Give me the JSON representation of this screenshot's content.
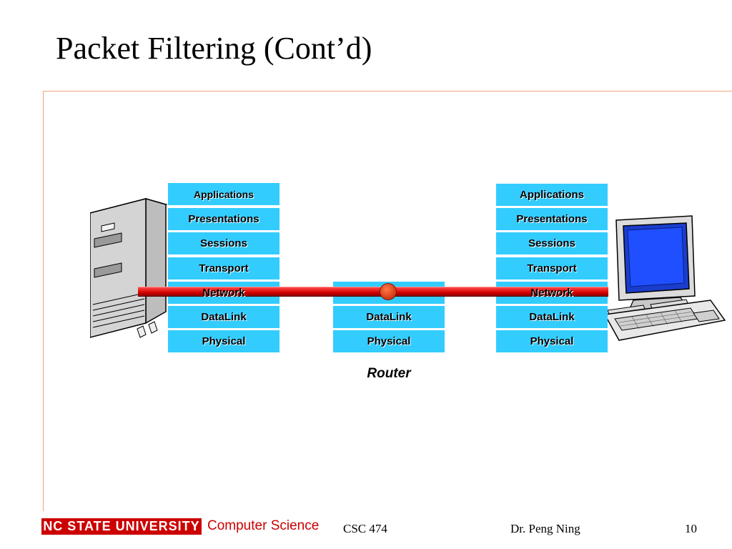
{
  "slide": {
    "title": "Packet Filtering (Cont’d)"
  },
  "diagram": {
    "host_stack": {
      "layers": [
        "Applications",
        "Presentations",
        "Sessions",
        "Transport",
        "Network",
        "DataLink",
        "Physical"
      ]
    },
    "router_stack": {
      "layers": [
        "DataLink",
        "Physical"
      ],
      "label": "Router"
    },
    "client_stack": {
      "layers": [
        "Applications",
        "Presentations",
        "Sessions",
        "Transport",
        "Network",
        "DataLink",
        "Physical"
      ]
    },
    "colors": {
      "layer_fill": "#33ccff",
      "link_bar": "#cc0000",
      "router_point": "#d9401a",
      "accent_line": "#f2a27a"
    },
    "icons": [
      "server-tower-icon",
      "desktop-computer-icon",
      "router-point-icon"
    ]
  },
  "footer": {
    "university": "NC STATE UNIVERSITY",
    "department": "Computer Science",
    "course": "CSC 474",
    "author": "Dr. Peng Ning",
    "page_number": "10"
  }
}
